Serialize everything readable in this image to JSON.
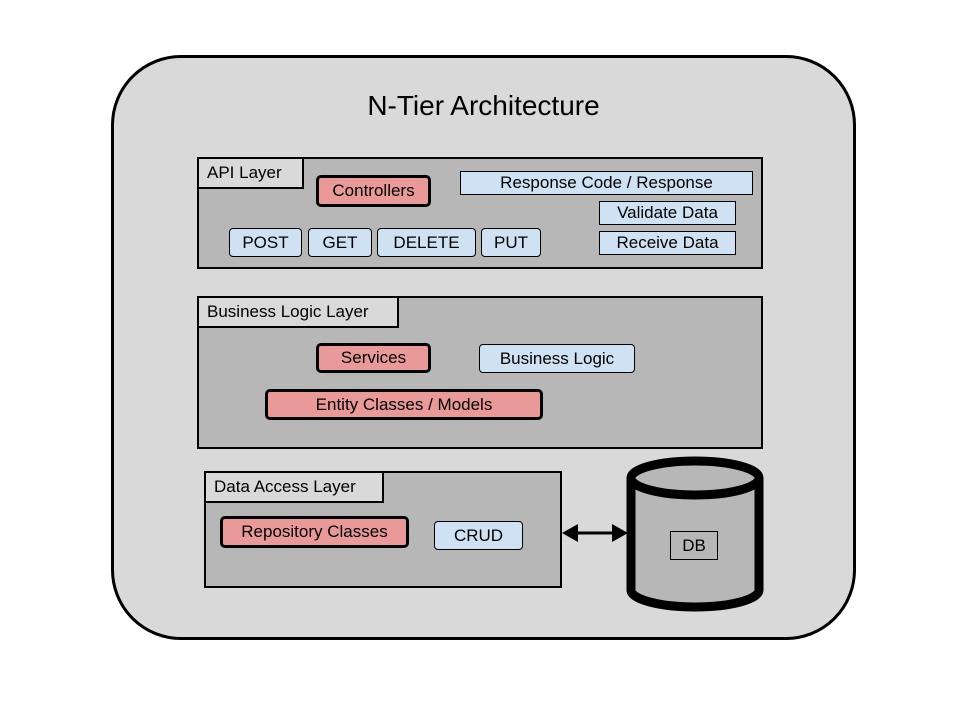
{
  "diagram": {
    "title": "N-Tier Architecture",
    "api_layer": {
      "label": "API Layer",
      "controllers": "Controllers",
      "response": "Response Code / Response",
      "validate": "Validate Data",
      "receive": "Receive Data",
      "methods": [
        "POST",
        "GET",
        "DELETE",
        "PUT"
      ]
    },
    "business_layer": {
      "label": "Business Logic Layer",
      "services": "Services",
      "business_logic": "Business Logic",
      "entities": "Entity Classes / Models"
    },
    "data_layer": {
      "label": "Data Access Layer",
      "repository": "Repository Classes",
      "crud": "CRUD"
    },
    "database": {
      "label": "DB"
    }
  }
}
